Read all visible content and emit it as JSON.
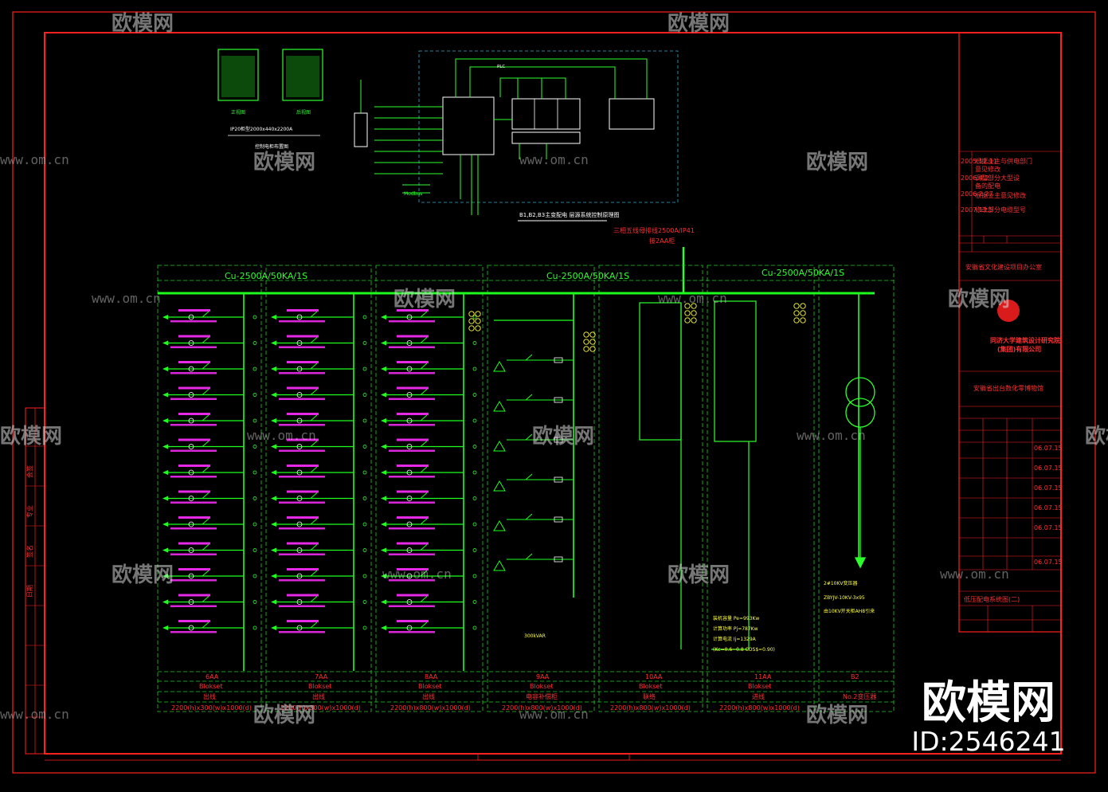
{
  "diagram": {
    "busbars": [
      {
        "label": "Cu-2500A/50KA/1S"
      },
      {
        "label": "Cu-2500A/50KA/1S"
      },
      {
        "label": "Cu-2500A/50KA/1S"
      }
    ],
    "top_section_title": "B1,B2,B3主变配电 层源系统控制原理图",
    "feed_note": "三相五线母排线2500A/IP41",
    "feed_note2": "接2AA柜",
    "modbus_label": "Modbus",
    "plc_label": "PLC",
    "panel_caption": "IP20柜型2000x440x2200A",
    "panel_labels": [
      "正视图",
      "后视图"
    ],
    "panel_subcaption": "控制电柜布置图",
    "cabinets": [
      {
        "id": "6AA",
        "type": "Blokset",
        "use": "出线",
        "dims": "2200(h)x300(w)x1000(d)"
      },
      {
        "id": "7AA",
        "type": "Blokset",
        "use": "出线",
        "dims": "2200(h)x300(w)x1000(d)"
      },
      {
        "id": "8AA",
        "type": "Blokset",
        "use": "出线",
        "dims": "2200(h)x800(w)x1000(d)"
      },
      {
        "id": "9AA",
        "type": "Blokset",
        "use": "电容补偿柜",
        "dims": "2200(h)x800(w)x1000(d)"
      },
      {
        "id": "10AA",
        "type": "Blokset",
        "use": "联络",
        "dims": "2200(h)x800(w)x1000(d)"
      },
      {
        "id": "11AA",
        "type": "Blokset",
        "use": "进线",
        "dims": "2200(h)x800(w)x1000(d)"
      },
      {
        "id": "B2",
        "type": "",
        "use": "No.2变压器",
        "dims": ""
      }
    ],
    "capacity_col_label": "300kVAR",
    "cable_label": "ZBYJV-10KV-3x95",
    "cable_note": "由10KV开关柜AH8引来",
    "transformer_label": "2#10KV变压器",
    "load_calc": [
      "装机容量 Pe=993Kw",
      "计算功率 Pj=787Kw",
      "计算电流 Ij=1329A",
      "(Kc=0.6~0.8 COS$=0.90)"
    ],
    "title_block": {
      "drawing_title": "低压配电系统图(二)",
      "institute": "同济大学建筑设计研究院",
      "institute_sub": "(集团)有限公司",
      "project": "安徽省文化建设项目办公室",
      "project2": "安徽省出台数化零博物馆",
      "revision_notes": [
        "根据业主与供电部门",
        "意见修改",
        "调整部分大型设",
        "备的配电",
        "根据业主意见修改",
        "修改部分电缆型号"
      ],
      "dates": [
        "2005.12.11",
        "2006.4.2",
        "2006.2.27",
        "2007.12.5"
      ],
      "sign_dates": [
        "06.07.15",
        "06.07.15",
        "06.07.15",
        "06.07.15",
        "06.07.15",
        "06.07.15"
      ]
    },
    "left_strip_labels": [
      "会签",
      "专业",
      "签名",
      "日期"
    ]
  },
  "watermark": {
    "brand": "欧模网",
    "domain": "www.om.cn",
    "id": "ID:2546241"
  },
  "colors": {
    "frame": "#ff2020",
    "busbar": "#1eff1e",
    "wire": "#1eff1e",
    "dashed": "#22cc22",
    "magenta": "#ff2dff",
    "cyan": "#00c8ff",
    "background": "#000000"
  }
}
